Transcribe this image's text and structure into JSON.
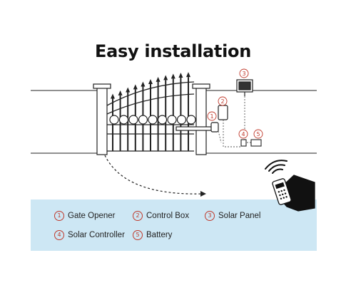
{
  "title": "Easy installation",
  "accent_color": "#c0392b",
  "panel_color": "#cde7f4",
  "callouts": [
    "1",
    "2",
    "3",
    "4",
    "5"
  ],
  "legend": [
    {
      "num": "1",
      "label": "Gate Opener"
    },
    {
      "num": "2",
      "label": "Control Box"
    },
    {
      "num": "3",
      "label": "Solar Panel"
    },
    {
      "num": "4",
      "label": "Solar Controller"
    },
    {
      "num": "5",
      "label": "Battery"
    }
  ],
  "icons": [
    "remote-control-hand-icon",
    "wireless-signal-icon"
  ]
}
